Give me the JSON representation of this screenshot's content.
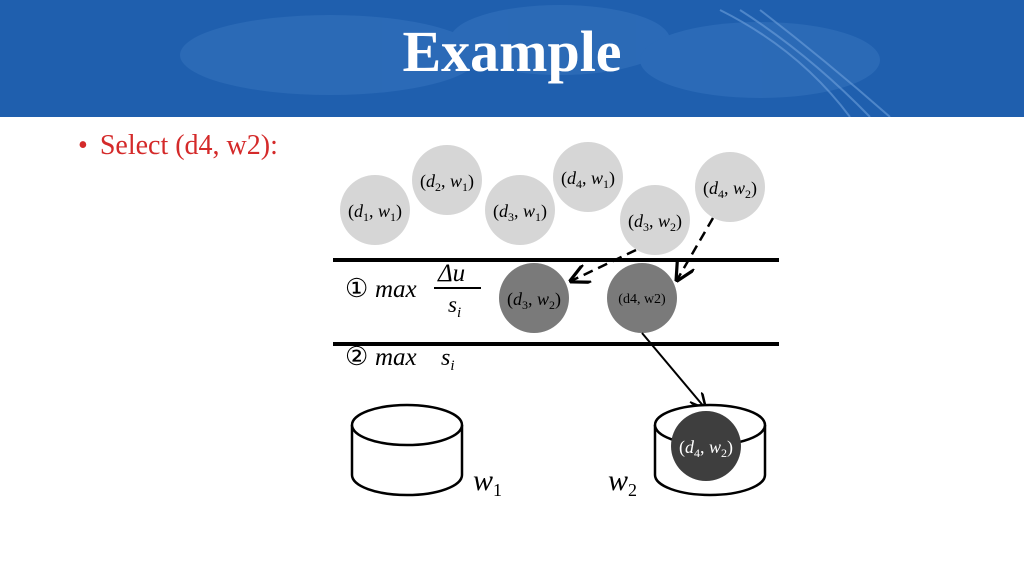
{
  "header": {
    "title": "Example"
  },
  "bullet": {
    "text": "Select (d4, w2):"
  },
  "colors": {
    "header_bg": "#1f5fae",
    "bullet_text": "#d42a2a",
    "light_circle": "#d6d6d6",
    "mid_circle": "#7a7a7a",
    "dark_circle": "#3e3e3e"
  },
  "diagram": {
    "pool": [
      {
        "d": "1",
        "w": "1"
      },
      {
        "d": "2",
        "w": "1"
      },
      {
        "d": "3",
        "w": "1"
      },
      {
        "d": "4",
        "w": "1"
      },
      {
        "d": "3",
        "w": "2"
      },
      {
        "d": "4",
        "w": "2"
      }
    ],
    "stage1": {
      "marker": "①",
      "label": "max",
      "numerator": "Δu",
      "denominator_base": "s",
      "denominator_sub": "i",
      "candidates": [
        {
          "d": "3",
          "w": "2"
        },
        {
          "text": "(d4, w2)"
        }
      ]
    },
    "stage2": {
      "marker": "②",
      "label": "max",
      "base": "s",
      "sub": "i"
    },
    "bins": [
      {
        "base": "w",
        "sub": "1"
      },
      {
        "base": "w",
        "sub": "2"
      }
    ],
    "selected": {
      "d": "4",
      "w": "2"
    }
  }
}
